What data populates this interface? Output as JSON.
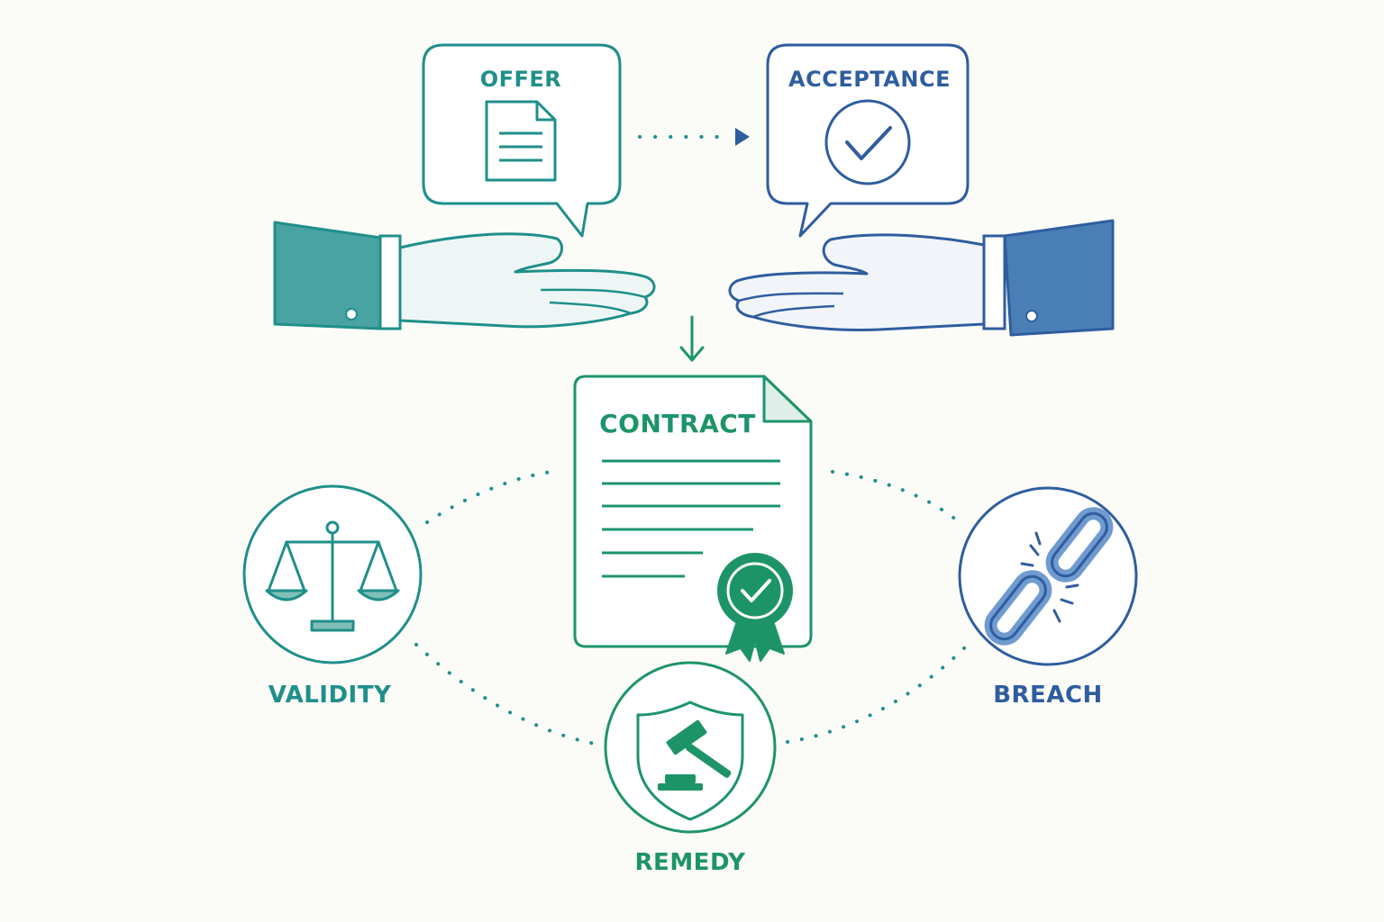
{
  "colors": {
    "teal": "#1f8f8a",
    "blue": "#2f5d9e",
    "green": "#1d9468",
    "sleeve_teal": "#4aa3a3",
    "sleeve_blue": "#4a7fb6",
    "hand_fill": "#eef6f5",
    "panel_fill": "#ffffff"
  },
  "labels": {
    "offer": "OFFER",
    "acceptance": "ACCEPTANCE",
    "contract": "CONTRACT",
    "validity": "VALIDITY",
    "breach": "BREACH",
    "remedy": "REMEDY"
  },
  "icons": {
    "offer": "document-icon",
    "acceptance": "checkmark-circle-icon",
    "contract": "certified-document-icon",
    "validity": "scales-of-justice-icon",
    "breach": "broken-chain-icon",
    "remedy": "gavel-shield-icon"
  }
}
